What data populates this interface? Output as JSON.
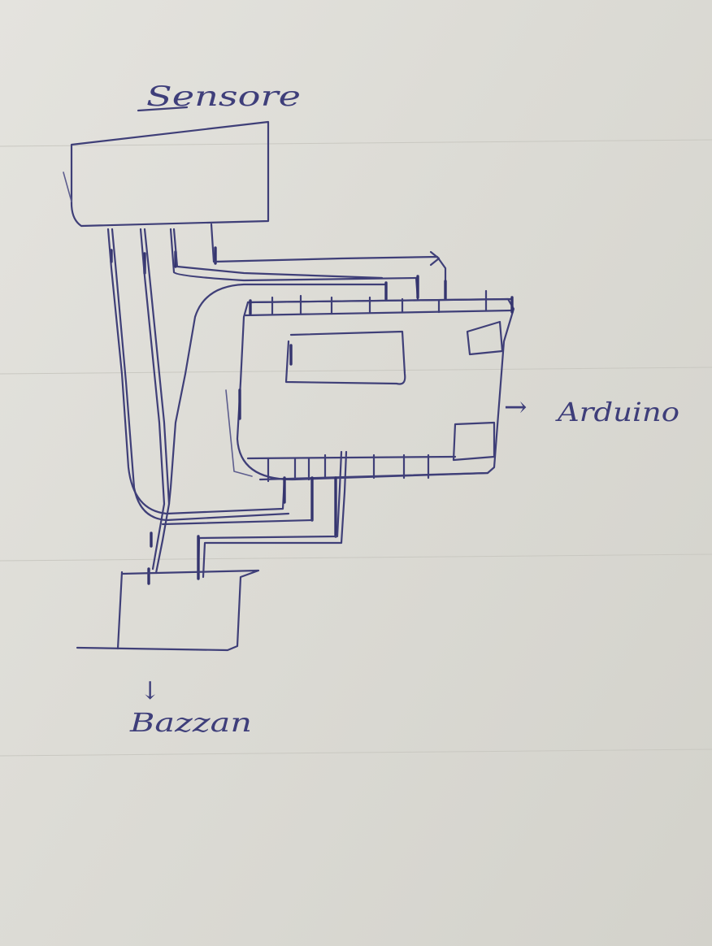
{
  "labels": {
    "sensor": "Sensore",
    "arduino": "Arduino",
    "buzzer": "Bazzan"
  },
  "arrows": {
    "arduino": "→",
    "buzzer": "↓"
  },
  "colors": {
    "paper": "#dedcd6",
    "ink": "#3f3f78"
  }
}
